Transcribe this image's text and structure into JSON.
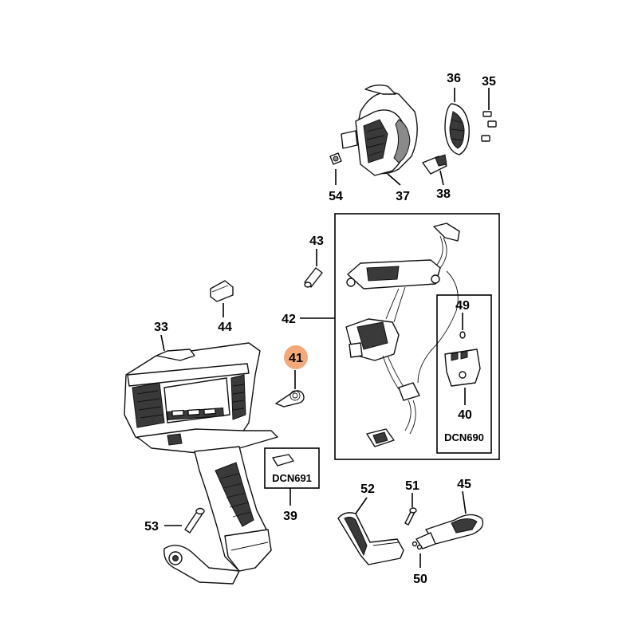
{
  "callouts": {
    "c33": "33",
    "c35": "35",
    "c36": "36",
    "c37": "37",
    "c38": "38",
    "c39": "39",
    "c40": "40",
    "c41": "41",
    "c42": "42",
    "c43": "43",
    "c44": "44",
    "c45": "45",
    "c49": "49",
    "c50": "50",
    "c51": "51",
    "c52": "52",
    "c53": "53",
    "c54": "54"
  },
  "boxes": {
    "dcn691": "DCN691",
    "dcn690": "DCN690"
  },
  "highlight": {
    "part": "41",
    "color": "#f4a97a"
  }
}
